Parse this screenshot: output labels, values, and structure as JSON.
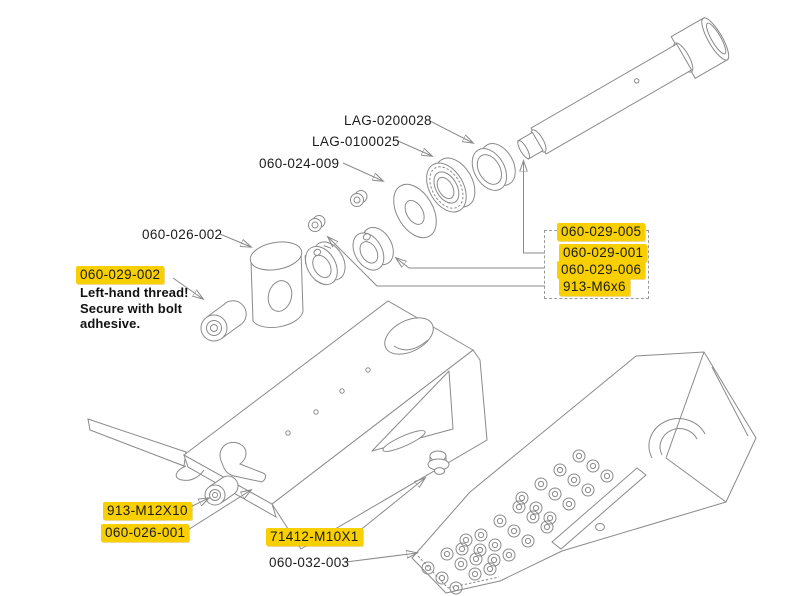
{
  "diagram": {
    "type": "exploded-parts-diagram",
    "colors": {
      "line": "#8a8a8a",
      "ink": "#1c1c1c",
      "highlight": "#f8cf00",
      "box-border": "#9a9a9a",
      "bg": "#ffffff"
    },
    "labels": {
      "lag_0200028": "LAG-0200028",
      "lag_0100025": "LAG-0100025",
      "p_060_024_009": "060-024-009",
      "p_060_026_002": "060-026-002",
      "p_060_029_002": "060-029-002",
      "p_060_029_005": "060-029-005",
      "p_060_029_001": "060-029-001",
      "p_060_029_006": "060-029-006",
      "p_913_m6x6": "913-M6x6",
      "p_913_m12x10": "913-M12X10",
      "p_060_026_001": "060-026-001",
      "p_71412_m10x1": "71412-M10X1",
      "p_060_032_003": "060-032-003"
    },
    "note": [
      "Left-hand thread!",
      "Secure with bolt",
      "adhesive."
    ],
    "highlighted_parts": [
      "060-029-002",
      "060-029-005",
      "060-029-001",
      "060-029-006",
      "913-M6x6",
      "913-M12X10",
      "060-026-001",
      "71412-M10X1"
    ]
  }
}
